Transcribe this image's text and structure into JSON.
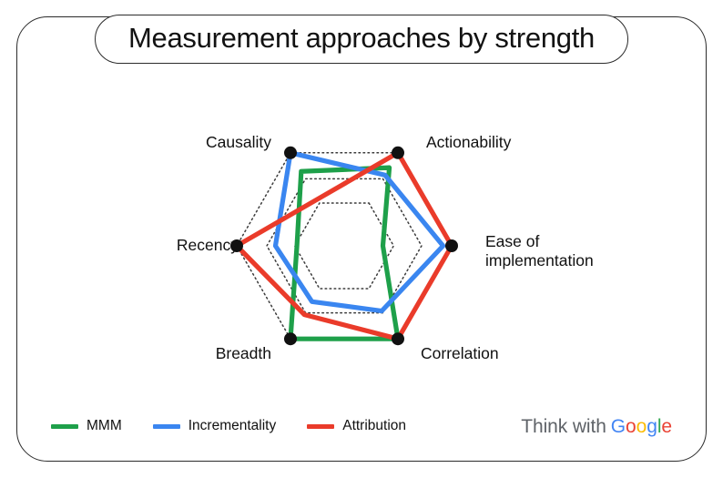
{
  "title": "Measurement approaches by strength",
  "brand": {
    "prefix": "Think with",
    "logo_letters": [
      "G",
      "o",
      "o",
      "g",
      "l",
      "e"
    ]
  },
  "colors": {
    "mmm": "#1EA04A",
    "incrementality": "#3A86F0",
    "attribution": "#EA3B2A",
    "grid": "#3c3c3c",
    "vertex": "#111111",
    "border": "#2b2b2b",
    "text": "#111111"
  },
  "legend": {
    "items": [
      {
        "label": "MMM",
        "color": "#1EA04A"
      },
      {
        "label": "Incrementality",
        "color": "#3A86F0"
      },
      {
        "label": "Attribution",
        "color": "#EA3B2A"
      }
    ]
  },
  "axes": {
    "causality": "Causality",
    "actionability": "Actionability",
    "ease": "Ease of\nimplementation",
    "correlation": "Correlation",
    "breadth": "Breadth",
    "recency": "Recency"
  },
  "chart_data": {
    "type": "radar",
    "title": "Measurement approaches by strength",
    "categories": [
      "Actionability",
      "Ease of implementation",
      "Correlation",
      "Breadth",
      "Recency",
      "Causality"
    ],
    "series": [
      {
        "name": "MMM",
        "color": "#1EA04A",
        "values": [
          4.2,
          1.8,
          5.0,
          5.0,
          2.2,
          4.0
        ]
      },
      {
        "name": "Incrementality",
        "color": "#3A86F0",
        "values": [
          3.8,
          4.6,
          3.5,
          3.0,
          3.2,
          5.0
        ]
      },
      {
        "name": "Attribution",
        "color": "#EA3B2A",
        "values": [
          5.0,
          5.0,
          5.0,
          3.7,
          5.0,
          2.5
        ]
      }
    ],
    "rmax": 5,
    "rings": [
      5,
      3.6,
      2.3
    ],
    "grid": true,
    "legend_position": "bottom-left",
    "vertex_markers": true
  }
}
